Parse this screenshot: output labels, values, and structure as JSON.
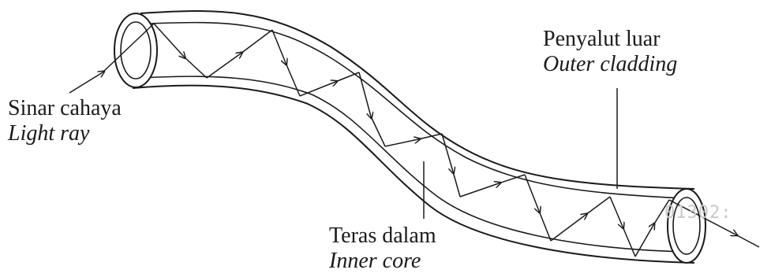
{
  "labels": {
    "light_ray": {
      "ms": "Sinar cahaya",
      "en": "Light ray"
    },
    "outer_cladding": {
      "ms": "Penyalut luar",
      "en": "Outer cladding"
    },
    "inner_core": {
      "ms": "Teras dalam",
      "en": "Inner core"
    }
  },
  "watermark": "01302:",
  "colors": {
    "ink": "#1a1a1a",
    "fiber_fill": "#ffffff",
    "watermark": "#c8c8c8"
  }
}
